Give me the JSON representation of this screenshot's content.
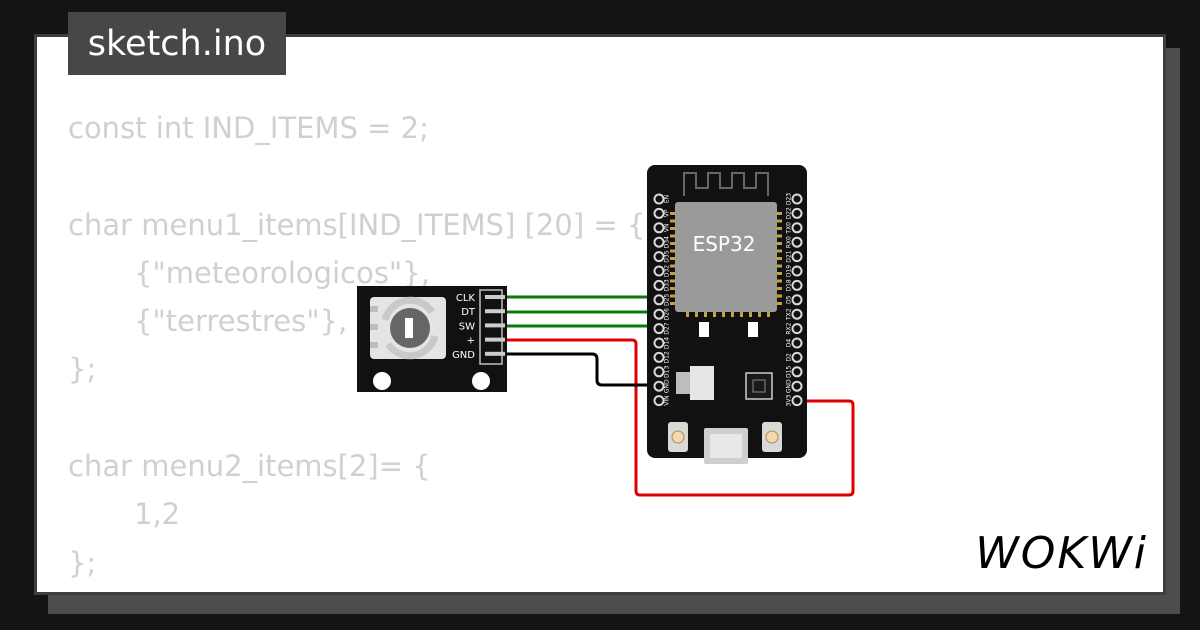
{
  "file_tab": {
    "filename": "sketch.ino"
  },
  "code_lines": [
    {
      "text": "const int IND_ITEMS = 2;",
      "indent": false
    },
    {
      "text": "",
      "indent": false
    },
    {
      "text": "char menu1_items[IND_ITEMS] [20] = {",
      "indent": false
    },
    {
      "text": "{\"meteorologicos\"},",
      "indent": true
    },
    {
      "text": "{\"terrestres\"},",
      "indent": true
    },
    {
      "text": "};",
      "indent": false
    },
    {
      "text": "",
      "indent": false
    },
    {
      "text": "char menu2_items[2]= {",
      "indent": false
    },
    {
      "text": "1,2",
      "indent": true
    },
    {
      "text": "};",
      "indent": false
    }
  ],
  "encoder": {
    "pin_labels": [
      "CLK",
      "DT",
      "SW",
      "+",
      "GND"
    ]
  },
  "esp32": {
    "chip_label": "ESP32",
    "left_pins": [
      "EN",
      "VP",
      "VN",
      "D34",
      "D35",
      "D32",
      "D33",
      "D25",
      "D26",
      "D27",
      "D14",
      "D12",
      "D13",
      "GND",
      "VIN"
    ],
    "right_pins": [
      "D23",
      "D22",
      "TX0",
      "RX0",
      "D21",
      "D19",
      "D18",
      "D5",
      "TX2",
      "RX2",
      "D4",
      "D2",
      "D15",
      "GND",
      "3V3"
    ]
  },
  "wires": [
    {
      "from": "CLK",
      "to": "D25",
      "color": "#0b7a0b"
    },
    {
      "from": "DT",
      "to": "D26",
      "color": "#0b7a0b"
    },
    {
      "from": "SW",
      "to": "D27",
      "color": "#0b7a0b"
    },
    {
      "from": "+",
      "to": "3V3",
      "color": "#e00000"
    },
    {
      "from": "GND",
      "to": "GND",
      "color": "#000000"
    }
  ],
  "brand": {
    "logo_text": "WOKWi"
  },
  "colors": {
    "background": "#141414",
    "card": "#ffffff",
    "code_text": "#d0d0d0",
    "tab": "#474747",
    "board": "#111111",
    "pin": "#d8d8d8"
  }
}
